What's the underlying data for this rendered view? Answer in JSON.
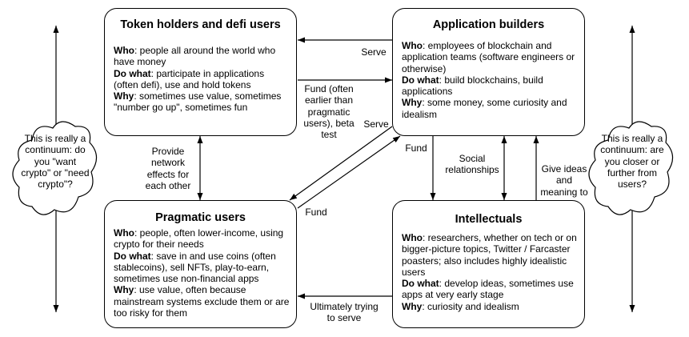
{
  "boxes": {
    "token_holders": {
      "title": "Token holders and defi users",
      "who_key": "Who",
      "who": ": people all around the world who have money",
      "what_key": "Do what",
      "what": ": participate in applications (often defi), use and hold tokens",
      "why_key": "Why",
      "why": ": sometimes use value, sometimes \"number go up\", sometimes fun"
    },
    "app_builders": {
      "title": "Application builders",
      "who_key": "Who",
      "who": ": employees of blockchain and application teams (software engineers or otherwise)",
      "what_key": "Do what",
      "what": ": build blockchains, build applications",
      "why_key": "Why",
      "why": ": some money, some curiosity and idealism"
    },
    "pragmatic": {
      "title": "Pragmatic users",
      "who_key": "Who",
      "who": ": people, often lower-income, using crypto for their needs",
      "what_key": "Do what",
      "what": ": save in and use coins (often stablecoins), sell NFTs, play-to-earn, sometimes use non-financial apps",
      "why_key": "Why",
      "why": ": use value, often because mainstream systems exclude them or are too risky for them"
    },
    "intellectuals": {
      "title": "Intellectuals",
      "who_key": "Who",
      "who": ": researchers, whether on tech or on bigger-picture topics, Twitter / Farcaster poasters; also includes highly idealistic users",
      "what_key": "Do what",
      "what": ": develop ideas, sometimes use apps at very early stage",
      "why_key": "Why",
      "why": ": curiosity and idealism"
    }
  },
  "edges": {
    "serve_top": "Serve",
    "fund_often": "Fund (often earlier than pragmatic users), beta test",
    "serve_diag": "Serve",
    "fund_diag": "Fund",
    "network_effects": "Provide network effects for each other",
    "fund_down": "Fund",
    "social": "Social relationships",
    "give_ideas": "Give ideas and meaning to",
    "ultimately": "Ultimately trying to serve"
  },
  "clouds": {
    "left": "This is really a continuum: do you \"want crypto\" or \"need crypto\"?",
    "right": "This is really a continuum: are you closer or further from users?"
  }
}
